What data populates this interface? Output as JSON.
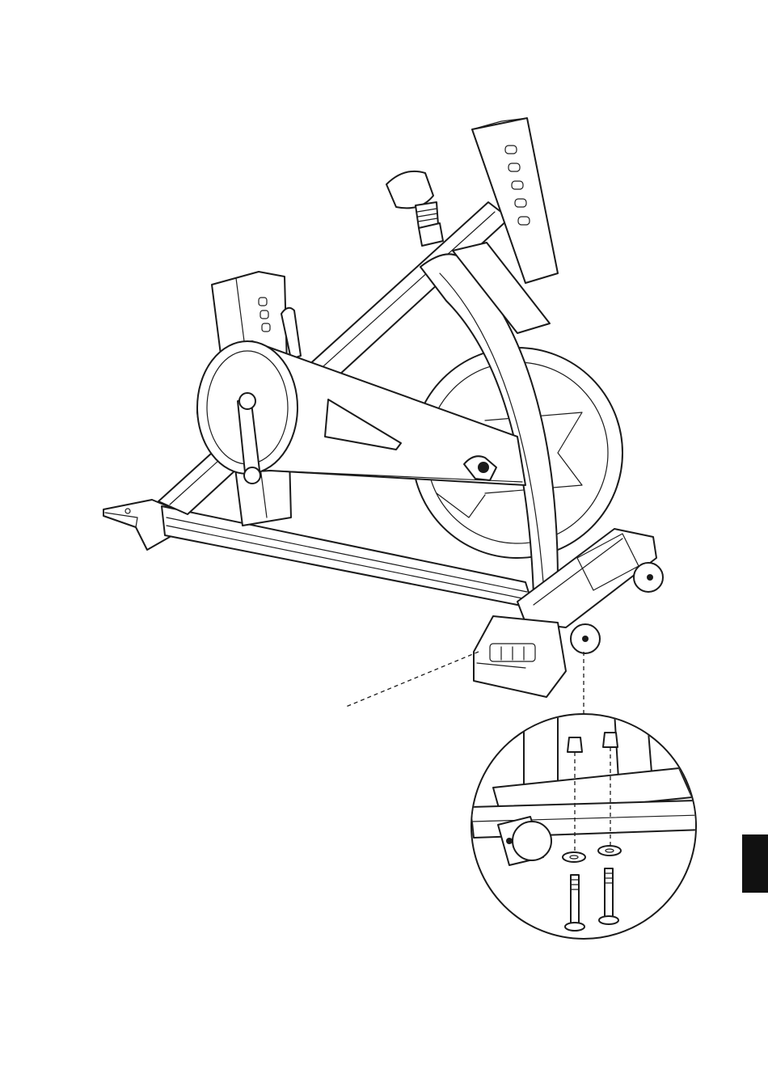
{
  "page": {
    "background_color": "#ffffff",
    "line_color": "#1a1a1a",
    "side_tab_color": "#111111"
  },
  "illustration": {
    "main_view": "exercise-bike-assembly",
    "detail_view": "rear-stabilizer-bolt-detail",
    "icons": [
      "bike-frame-drawing",
      "detail-circle",
      "bolt-icon",
      "washer-icon",
      "nut-icon"
    ]
  }
}
